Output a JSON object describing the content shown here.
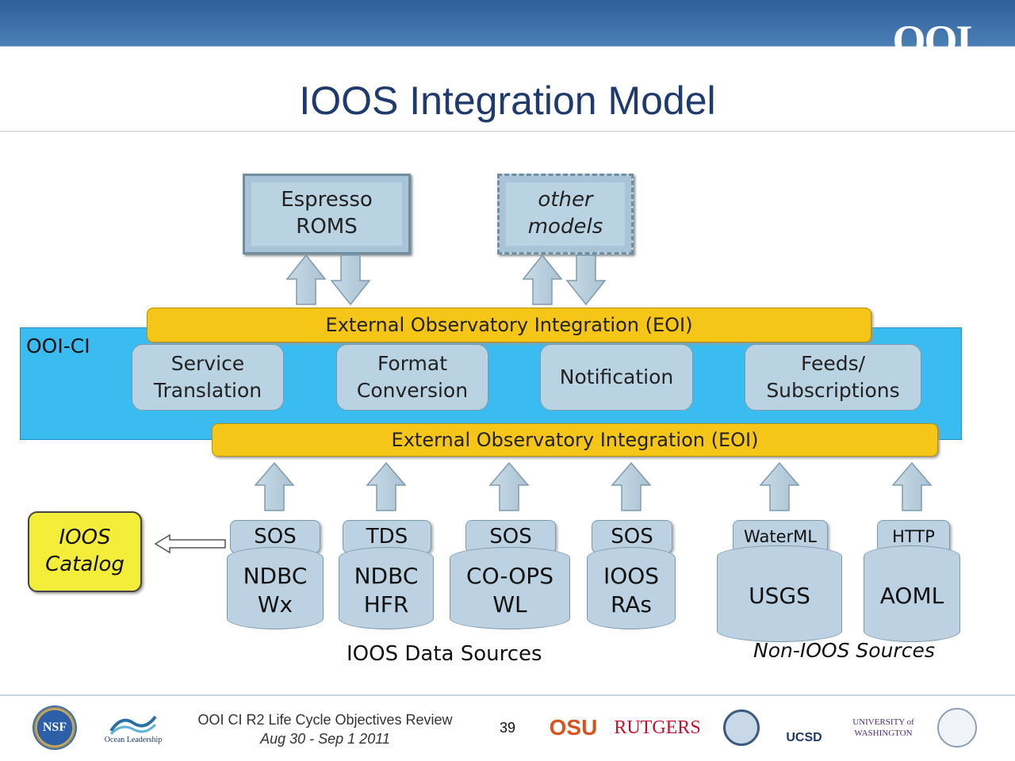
{
  "header": {
    "title": "IOOS Integration Model",
    "logo": "OOI"
  },
  "models": [
    {
      "line1": "Espresso",
      "line2": "ROMS"
    },
    {
      "line1": "other",
      "line2": "models"
    }
  ],
  "eoi": {
    "top_label": "External Observatory Integration (EOI)",
    "bottom_label": "External Observatory Integration (EOI)"
  },
  "ooici": {
    "label": "OOI-CI",
    "services": [
      {
        "line1": "Service",
        "line2": "Translation"
      },
      {
        "line1": "Format",
        "line2": "Conversion"
      },
      {
        "line1": "Notification",
        "line2": ""
      },
      {
        "line1": "Feeds/",
        "line2": "Subscriptions"
      }
    ]
  },
  "catalog": {
    "line1": "IOOS",
    "line2": "Catalog"
  },
  "ioos_sources": [
    {
      "protocol": "SOS",
      "line1": "NDBC",
      "line2": "Wx"
    },
    {
      "protocol": "TDS",
      "line1": "NDBC",
      "line2": "HFR"
    },
    {
      "protocol": "SOS",
      "line1": "CO-OPS",
      "line2": "WL"
    },
    {
      "protocol": "SOS",
      "line1": "IOOS",
      "line2": "RAs"
    }
  ],
  "non_ioos_sources": [
    {
      "protocol": "WaterML",
      "name": "USGS"
    },
    {
      "protocol": "HTTP",
      "name": "AOML"
    }
  ],
  "labels": {
    "ioos_sources": "IOOS Data Sources",
    "non_ioos_sources": "Non-IOOS Sources"
  },
  "footer": {
    "line1": "OOI CI R2 Life Cycle Objectives Review",
    "line2": "Aug 30 - Sep 1 2011",
    "page": "39",
    "logos": [
      "NSF",
      "Ocean Leadership",
      "OSU",
      "RUTGERS",
      "UCSD",
      "UNIVERSITY of WASHINGTON"
    ]
  },
  "colors": {
    "header_blue": "#2f5f9a",
    "ooici_blue": "#3bbcf0",
    "eoi_yellow": "#f5c518",
    "box_gray_blue": "#b9d3e3",
    "catalog_yellow": "#f4ed3a"
  }
}
